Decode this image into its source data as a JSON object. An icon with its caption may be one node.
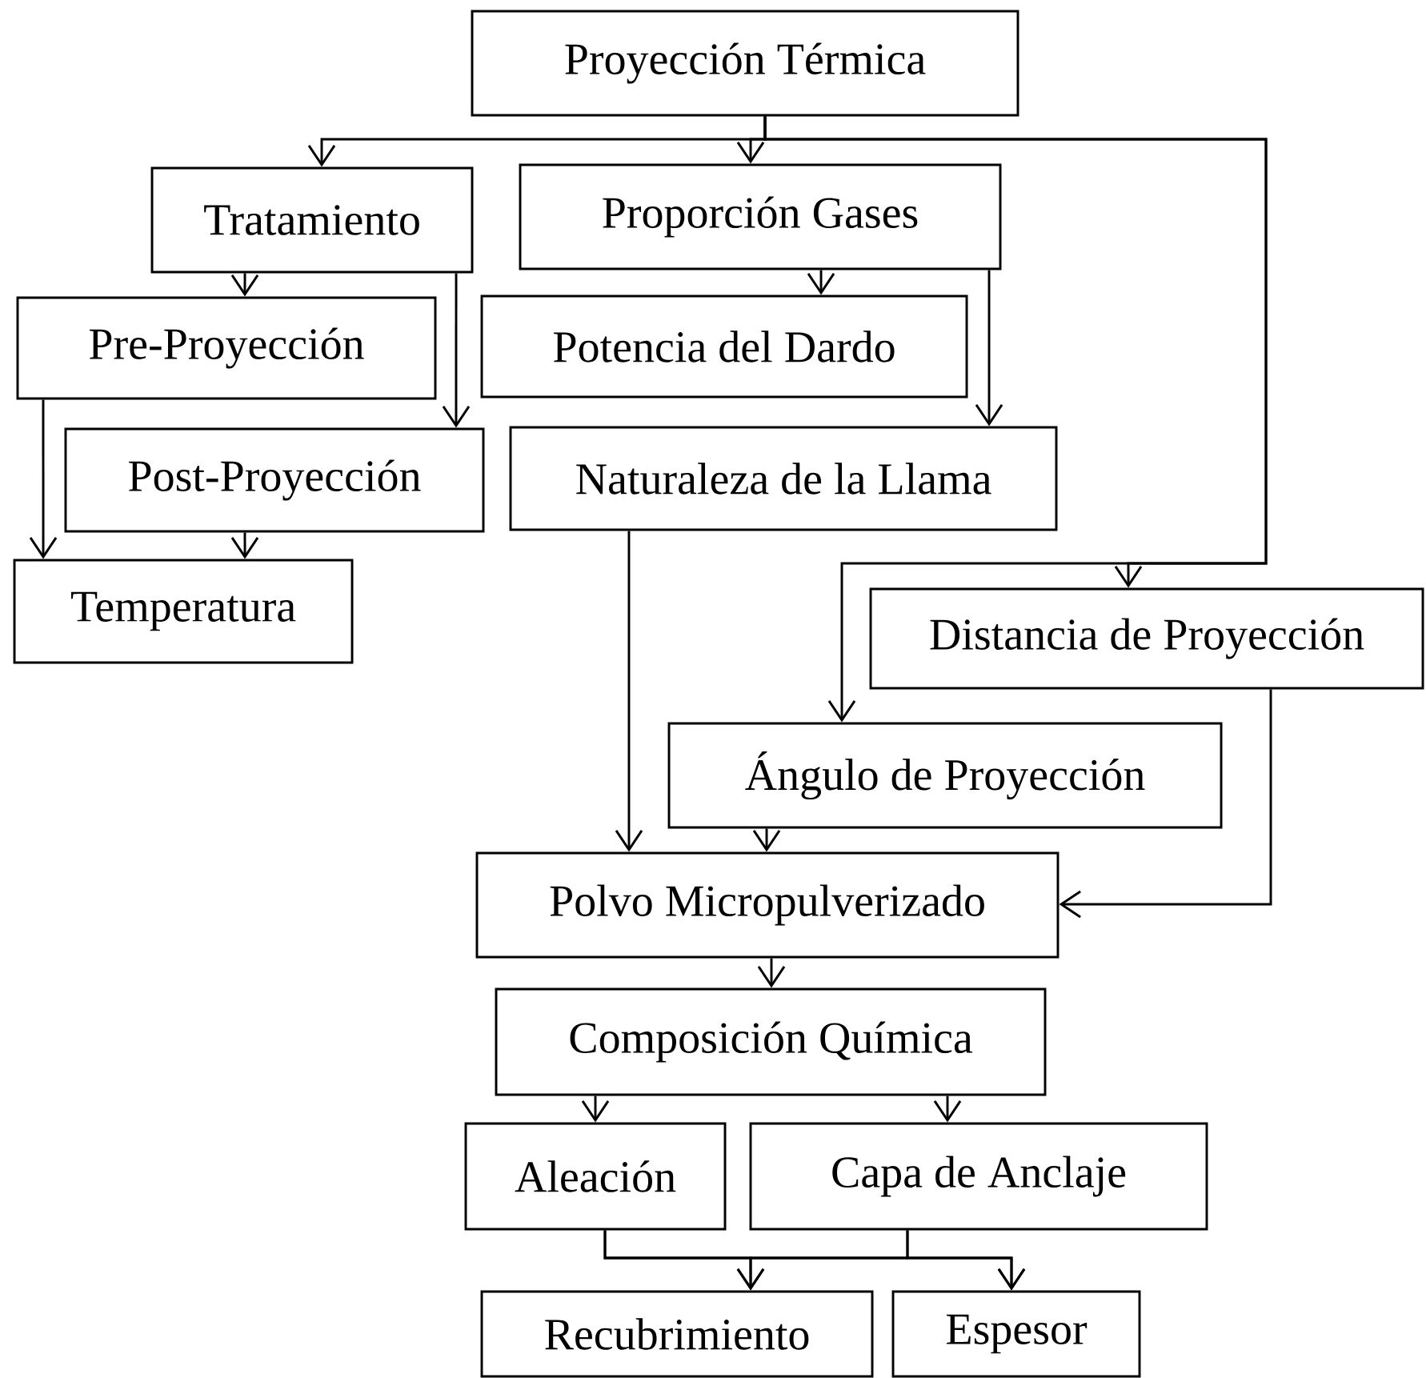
{
  "diagram": {
    "nodes": [
      {
        "text": [
          "Proyección Térmica"
        ]
      },
      {
        "text": [
          "Tratamiento"
        ]
      },
      {
        "text": [
          "Proporción Gases"
        ]
      },
      {
        "text": [
          "Pre-Proyección"
        ]
      },
      {
        "text": [
          "Potencia del Dardo"
        ]
      },
      {
        "text": [
          "Post-Proyección"
        ]
      },
      {
        "text": [
          "Naturaleza de la Llama"
        ]
      },
      {
        "text": [
          "Temperatura"
        ]
      },
      {
        "text": [
          "Distancia de Proyección"
        ]
      },
      {
        "text": [
          "Ángulo de Proyección"
        ]
      },
      {
        "text": [
          "Polvo Micropulverizado"
        ]
      },
      {
        "text": [
          "Composición Química"
        ]
      },
      {
        "text": [
          "Aleación"
        ]
      },
      {
        "text": [
          "Capa de Anclaje"
        ]
      },
      {
        "text": [
          "Recubrimiento"
        ]
      },
      {
        "text": [
          "Espesor"
        ]
      }
    ],
    "edges": [
      {
        "from": 0,
        "to": 1,
        "arrow": "to"
      },
      {
        "from": 0,
        "to": 2,
        "arrow": "to"
      },
      {
        "from": 0,
        "to": 8,
        "arrow": "to"
      },
      {
        "from": 0,
        "to": 9,
        "arrow": "to"
      },
      {
        "from": 1,
        "to": 3,
        "arrow": "to"
      },
      {
        "from": 1,
        "to": 5,
        "arrow": "to"
      },
      {
        "from": 2,
        "to": 4,
        "arrow": "to"
      },
      {
        "from": 2,
        "to": 6,
        "arrow": "to"
      },
      {
        "from": 3,
        "to": 7,
        "arrow": "to"
      },
      {
        "from": 5,
        "to": 7,
        "arrow": "to"
      },
      {
        "from": 6,
        "to": 10,
        "arrow": "to"
      },
      {
        "from": 9,
        "to": 10,
        "arrow": "to"
      },
      {
        "from": 8,
        "to": 10,
        "arrow": "to"
      },
      {
        "from": 10,
        "to": 11,
        "arrow": "to"
      },
      {
        "from": 11,
        "to": 12,
        "arrow": "to"
      },
      {
        "from": 11,
        "to": 13,
        "arrow": "to"
      },
      {
        "from": 12,
        "to": 14,
        "arrow": "to"
      },
      {
        "from": 12,
        "to": 15,
        "arrow": "to"
      },
      {
        "from": 13,
        "to": 14,
        "arrow": "to"
      },
      {
        "from": 13,
        "to": 15,
        "arrow": "to"
      }
    ]
  }
}
